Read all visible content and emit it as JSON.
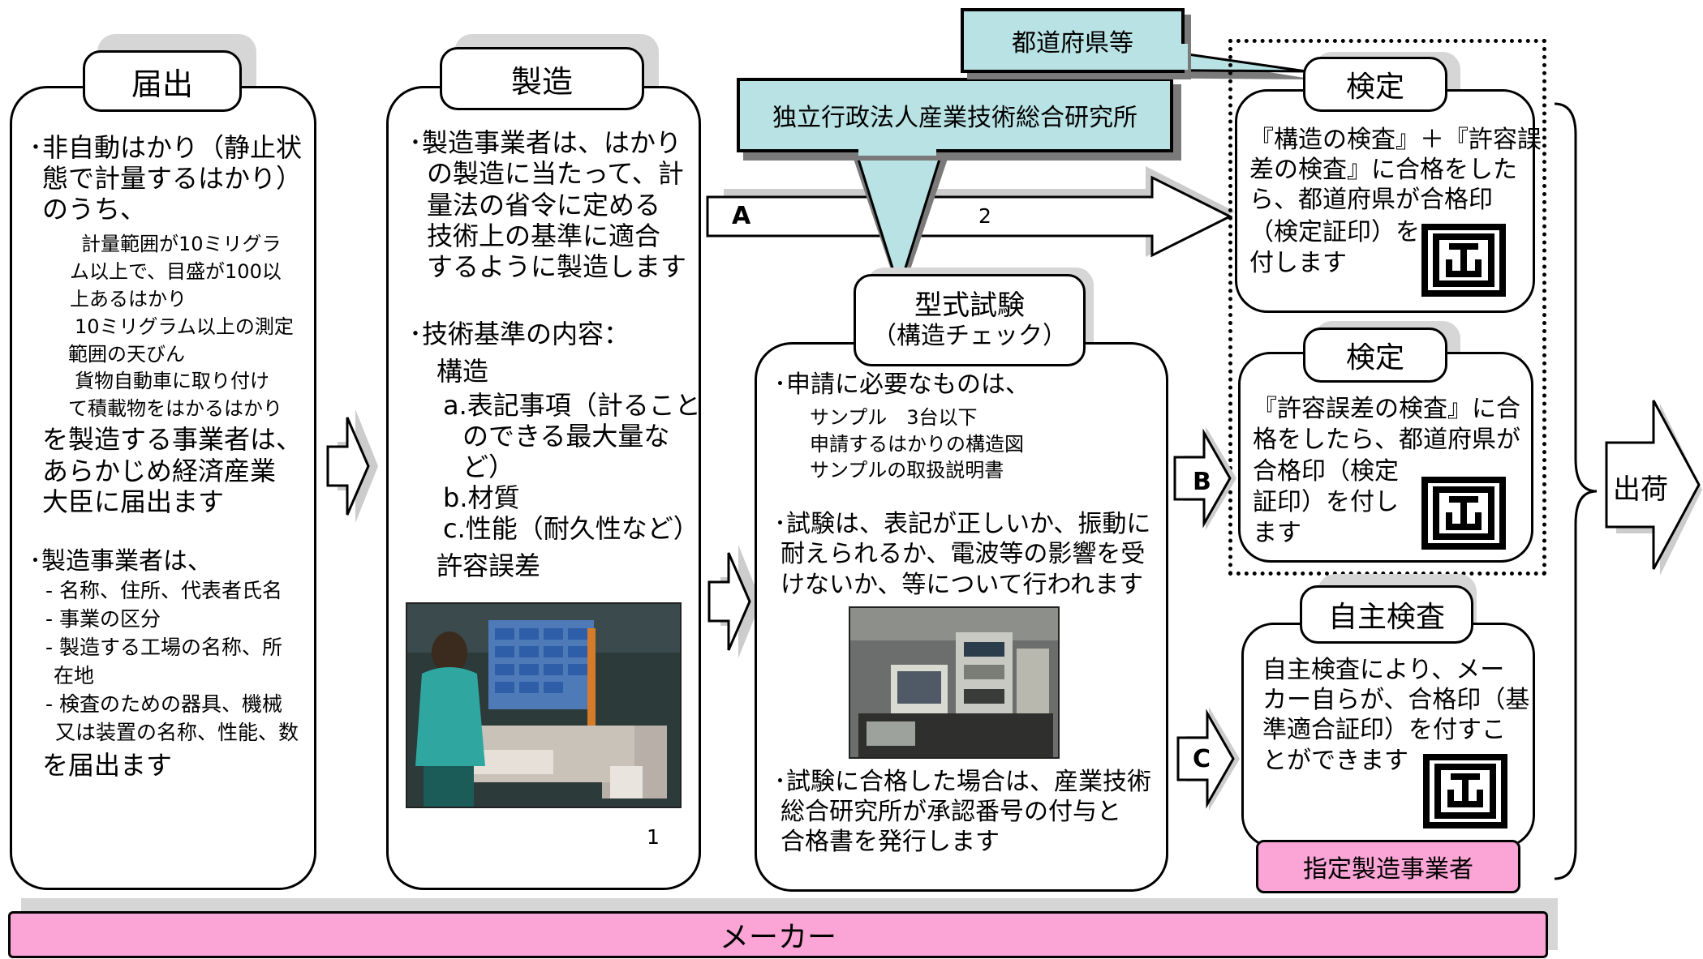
{
  "colors": {
    "cyan": "#b8e2e4",
    "pink": "#fba4d6",
    "shadow": "#d6d6d6"
  },
  "agencies": {
    "prefecture": "都道府県等",
    "aist": "独立行政法人産業技術総合研究所"
  },
  "notification": {
    "title": "届出",
    "lines": [
      "･非自動はかり（静止状",
      "態で計量するはかり）",
      "のうち、",
      "計量範囲が10ミリグラ",
      "ム以上で、目盛が100以",
      "上あるはかり",
      "10ミリグラム以上の測定",
      "範囲の天びん",
      "貨物自動車に取り付け",
      "て積載物をはかるはかり",
      "を製造する事業者は、",
      "あらかじめ経済産業",
      "大臣に届出ます",
      "･製造事業者は、",
      "- 名称、住所、代表者氏名",
      "- 事業の区分",
      "- 製造する工場の名称、所",
      "在地",
      "- 検査のための器具、機械",
      "又は装置の名称、性能、数",
      "を届出ます"
    ]
  },
  "manufacturing": {
    "title": "製造",
    "lines": [
      "･製造事業者は、はかり",
      "の製造に当たって、計",
      "量法の省令に定める",
      "技術上の基準に適合",
      "するように製造します",
      "･技術基準の内容：",
      "構造",
      "a.表記事項（計ること",
      "のできる最大量な",
      "ど）",
      "b.材質",
      "c.性能（耐久性など）",
      "許容誤差"
    ],
    "footnote": "1"
  },
  "type_test": {
    "title": "型式試験",
    "subtitle": "（構造チェック）",
    "lines": [
      "･申請に必要なものは、",
      "サンプル　3台以下",
      "申請するはかりの構造図",
      "サンプルの取扱説明書",
      "･試験は、表記が正しいか、振動に",
      "耐えられるか、電波等の影響を受",
      "けないか、等について行われます",
      "･試験に合格した場合は、産業技術",
      "総合研究所が承認番号の付与と",
      "合格書を発行します"
    ]
  },
  "routes": {
    "a": "A",
    "a_note": "2",
    "b": "B",
    "c": "C"
  },
  "inspection1": {
    "title": "検定",
    "lines": [
      "『構造の検査』＋『許容誤",
      "差の検査』に合格をした",
      "ら、都道府県が合格印",
      "（検定証印）を",
      "付します"
    ]
  },
  "inspection2": {
    "title": "検定",
    "lines": [
      "『許容誤差の検査』に合",
      "格をしたら、都道府県が",
      "合格印（検定",
      "証印）を付し",
      "ます"
    ]
  },
  "self_inspection": {
    "title": "自主検査",
    "lines": [
      "自主検査により、メー",
      "カー自らが、合格印（基",
      "準適合証印）を付すこ",
      "とができます"
    ],
    "tag": "指定製造事業者"
  },
  "shipment": "出荷",
  "maker": "メーカー"
}
